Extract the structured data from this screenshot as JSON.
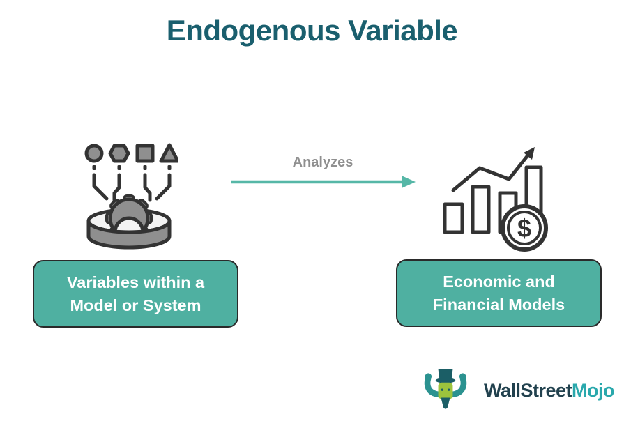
{
  "title": {
    "text": "Endogenous Variable"
  },
  "flow": {
    "label": "Analyzes"
  },
  "nodes": {
    "source": {
      "line1": "Variables within a",
      "line2": "Model or System"
    },
    "target": {
      "line1": "Economic and",
      "line2": "Financial Models"
    }
  },
  "icons": {
    "left": "shapes-funnel-gear-icon",
    "right": "bar-chart-coin-icon",
    "coin_symbol": "$"
  },
  "logo": {
    "part1": "WallStreet",
    "part2": "Mojo"
  },
  "colors": {
    "title_text": "#1a5f6e",
    "box_fill": "#4fb0a1",
    "box_border": "#2a2a2a",
    "box_text": "#ffffff",
    "arrow": "#56b7a7",
    "flow_label": "#8f8f8f",
    "icon_dark": "#333333",
    "icon_gray": "#8f8f8f",
    "icon_light": "#f3f3f3",
    "logo_dark": "#21414e",
    "logo_teal": "#2aa8ac",
    "logo_hat": "#1b5e66",
    "logo_face": "#9cc43d",
    "logo_horn": "#2b9290"
  }
}
